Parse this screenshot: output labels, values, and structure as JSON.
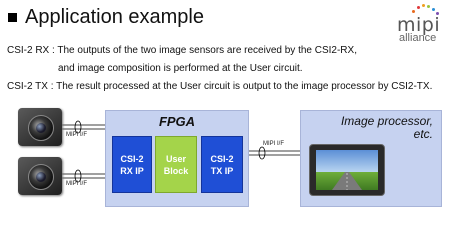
{
  "header": {
    "title": "Application example",
    "logo": {
      "name": "mipi",
      "subtitle": "alliance"
    }
  },
  "description": {
    "rx_line1": "CSI-2 RX : The outputs of the two image sensors are received by the CSI2-RX,",
    "rx_line2": "and image composition is performed at the User circuit.",
    "tx_line": "CSI-2 TX : The result processed at the User circuit is output to the image processor by CSI2-TX."
  },
  "diagram": {
    "interface_label": "MIPI I/F",
    "fpga_title": "FPGA",
    "blocks": [
      {
        "label": "CSI-2\nRX IP",
        "color": "#1f4fd6"
      },
      {
        "label": "User\nBlock",
        "color": "#a4d44a"
      },
      {
        "label": "CSI-2\nTX IP",
        "color": "#1f4fd6"
      }
    ],
    "processor_title": "Image processor,\netc.",
    "cameras": [
      "camera-icon",
      "camera-icon"
    ],
    "display": "monitor-icon"
  }
}
